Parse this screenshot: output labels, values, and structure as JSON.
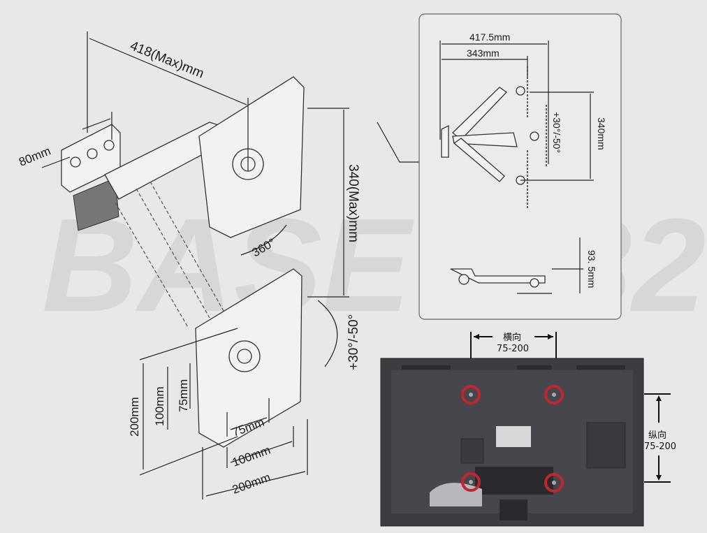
{
  "watermark": "BASE7632",
  "main_diagram": {
    "width_label": "418(Max)mm",
    "base_label": "80mm",
    "height_label": "340(Max)mm",
    "rotation_label": "360°",
    "tilt_label": "+30°/-50°",
    "vesa_vertical": [
      "200mm",
      "100mm",
      "75mm"
    ],
    "vesa_horizontal": [
      "75mm",
      "100mm",
      "200mm"
    ]
  },
  "side_panel": {
    "reach_max": "417.5mm",
    "reach_min": "343mm",
    "tilt": "+30°/-50°",
    "height_range": "340mm",
    "depth": "93. 5mm"
  },
  "tv_panel": {
    "horizontal_label": "横向",
    "horizontal_range": "75-200",
    "vertical_label": "纵向",
    "vertical_range": "75-200",
    "highlight_color": "#c0262c"
  }
}
